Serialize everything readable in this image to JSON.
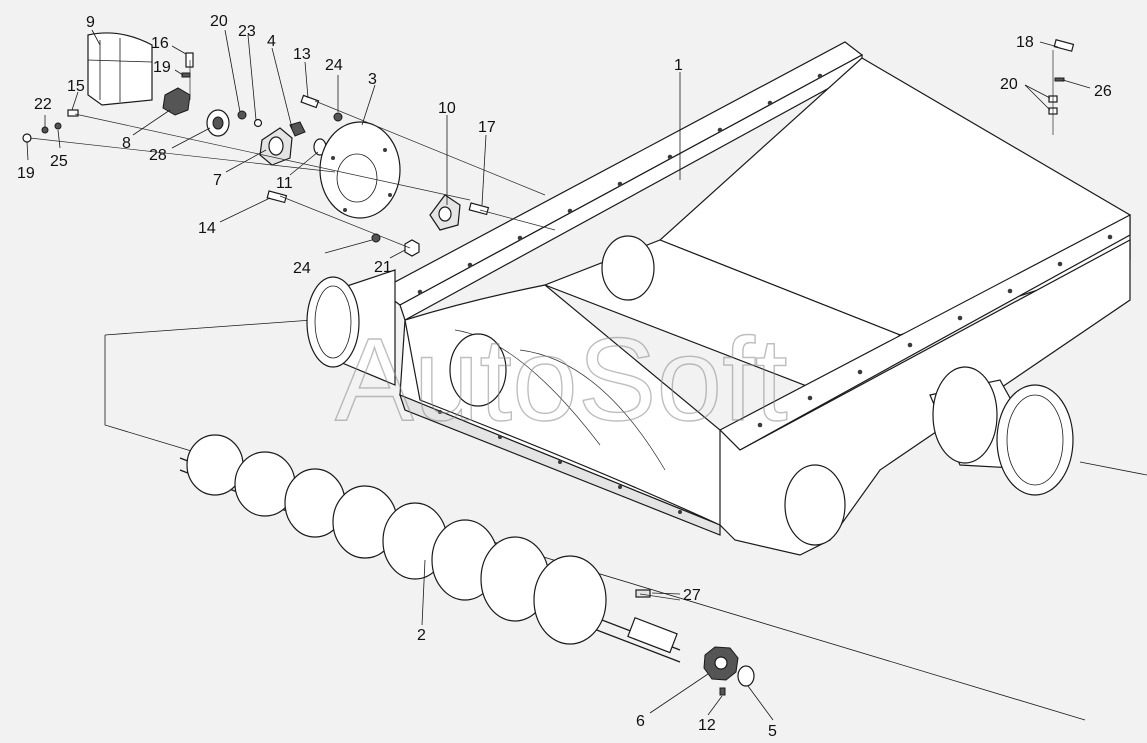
{
  "watermark": "AutoSoft",
  "callouts": [
    {
      "id": "c1",
      "text": "1"
    },
    {
      "id": "c2",
      "text": "2"
    },
    {
      "id": "c3",
      "text": "3"
    },
    {
      "id": "c4",
      "text": "4"
    },
    {
      "id": "c5",
      "text": "5"
    },
    {
      "id": "c6",
      "text": "6"
    },
    {
      "id": "c7",
      "text": "7"
    },
    {
      "id": "c8",
      "text": "8"
    },
    {
      "id": "c9",
      "text": "9"
    },
    {
      "id": "c10",
      "text": "10"
    },
    {
      "id": "c11",
      "text": "11"
    },
    {
      "id": "c12",
      "text": "12"
    },
    {
      "id": "c13",
      "text": "13"
    },
    {
      "id": "c14",
      "text": "14"
    },
    {
      "id": "c15",
      "text": "15"
    },
    {
      "id": "c16",
      "text": "16"
    },
    {
      "id": "c17",
      "text": "17"
    },
    {
      "id": "c18",
      "text": "18"
    },
    {
      "id": "c19a",
      "text": "19"
    },
    {
      "id": "c19b",
      "text": "19"
    },
    {
      "id": "c20a",
      "text": "20"
    },
    {
      "id": "c20b",
      "text": "20"
    },
    {
      "id": "c21",
      "text": "21"
    },
    {
      "id": "c22",
      "text": "22"
    },
    {
      "id": "c23",
      "text": "23"
    },
    {
      "id": "c24a",
      "text": "24"
    },
    {
      "id": "c24b",
      "text": "24"
    },
    {
      "id": "c25",
      "text": "25"
    },
    {
      "id": "c26",
      "text": "26"
    },
    {
      "id": "c27",
      "text": "27"
    },
    {
      "id": "c28",
      "text": "28"
    }
  ]
}
